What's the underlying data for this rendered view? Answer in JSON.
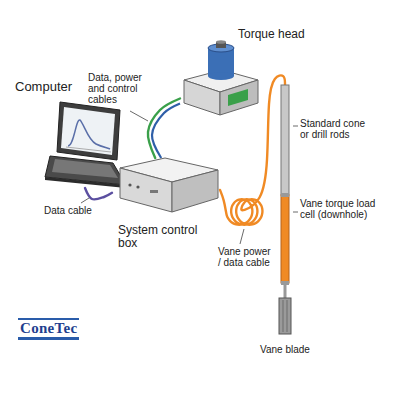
{
  "diagram": {
    "nodes": [
      {
        "text": [
          "Computer"
        ]
      },
      {
        "text": [
          "Torque head"
        ]
      },
      {
        "text": [
          "System control box"
        ]
      },
      {
        "text": [
          "Standard cone or drill rods",
          "Vane torque load cell (downhole)"
        ]
      },
      {
        "text": [
          "Vane blade"
        ]
      }
    ],
    "edges": [
      {
        "from": 0,
        "to": 2,
        "label": "Data cable",
        "arrow": "none"
      },
      {
        "from": 1,
        "to": 2,
        "label": "Data, power and control cables",
        "arrow": "none"
      },
      {
        "from": 2,
        "to": 3,
        "label": "Vane power / data cable",
        "arrow": "none"
      }
    ],
    "labels": [
      "ConeTec"
    ]
  }
}
